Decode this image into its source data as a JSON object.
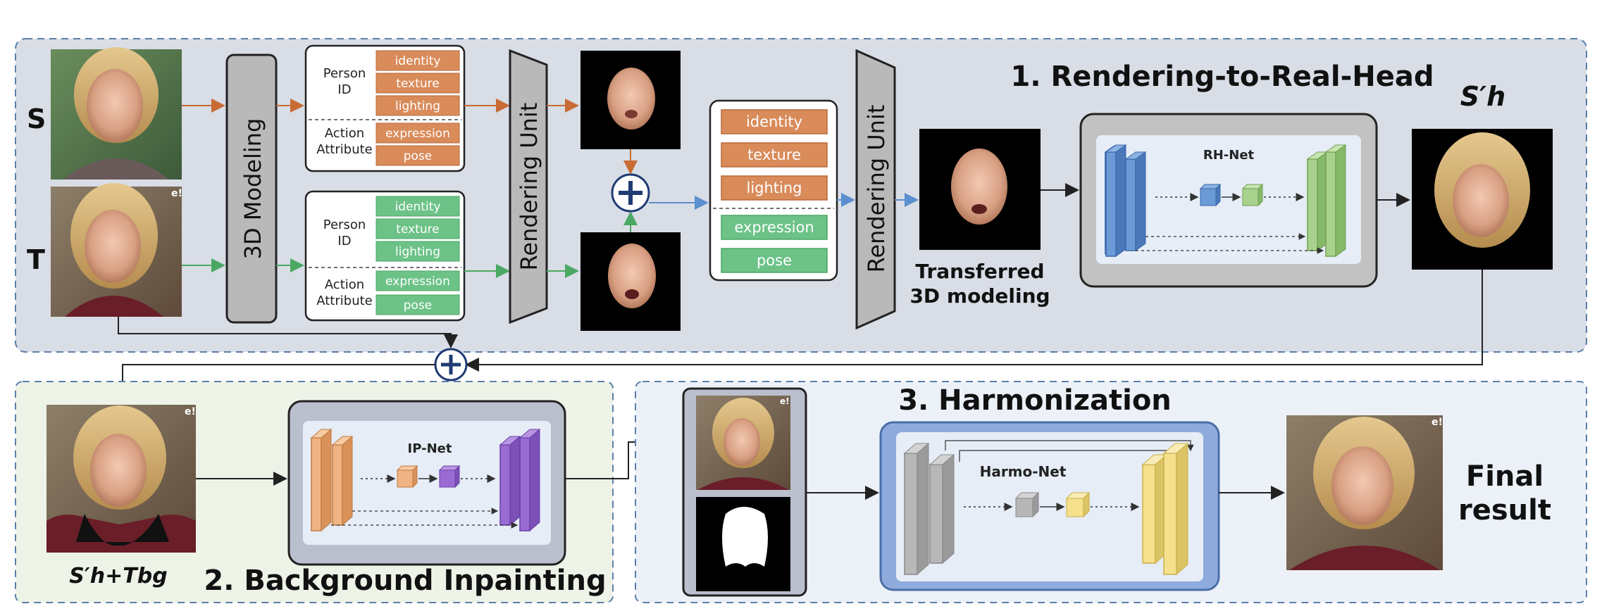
{
  "labels": {
    "S": "S",
    "T": "T"
  },
  "modeling": {
    "label": "3D Modeling"
  },
  "rendering_unit": {
    "label": "Rendering Unit"
  },
  "source_params": {
    "person_id": [
      "Person",
      "ID"
    ],
    "action": [
      "Action",
      "Attribute"
    ],
    "items": [
      "identity",
      "texture",
      "lighting",
      "expression",
      "pose"
    ]
  },
  "target_params": {
    "person_id": [
      "Person",
      "ID"
    ],
    "action": [
      "Action",
      "Attribute"
    ],
    "items": [
      "identity",
      "texture",
      "lighting",
      "expression",
      "pose"
    ]
  },
  "combined_params": [
    "identity",
    "texture",
    "lighting",
    "expression",
    "pose"
  ],
  "transferred": [
    "Transferred",
    "3D modeling"
  ],
  "stage1": {
    "title": "1. Rendering-to-Real-Head",
    "net": "RH-Net",
    "output_label": "S′h"
  },
  "stage2": {
    "title": "2. Background Inpainting",
    "net": "IP-Net",
    "input_label": "S′h+Tbg"
  },
  "stage3": {
    "title": "3. Harmonization",
    "net": "Harmo-Net"
  },
  "final": [
    "Final",
    "result"
  ],
  "watermark": "e!",
  "colors": {
    "source": "#d98b5a",
    "target": "#6cc287",
    "stage1_bg": "#d9dde6",
    "stage2_bg": "#eef3e8",
    "stage3_bg": "#ecf1f8",
    "dash": "#5b7fa8",
    "blue_block": "#6b9bd6",
    "green_block": "#a9d18e",
    "orange_block": "#f0b383",
    "purple_block": "#9a6cd3",
    "gray_block": "#b7b7b7",
    "yellow_block": "#f5e08c",
    "plus": "#1f3b73"
  }
}
